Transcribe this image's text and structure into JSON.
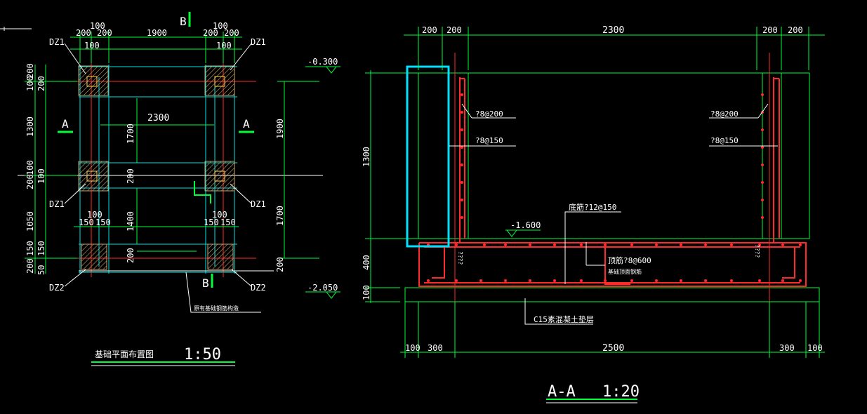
{
  "plan": {
    "title": "基础平面布置图",
    "scale": "1:50",
    "section_a_left": "A",
    "section_a_right": "A",
    "section_b_top": "B",
    "section_b_bottom": "B",
    "column_labels": [
      "DZ1",
      "DZ1",
      "DZ1",
      "DZ1",
      "DZ2",
      "DZ2"
    ],
    "top_dims": [
      "100",
      "100",
      "200",
      "200",
      "1900",
      "200",
      "200",
      "100",
      "100"
    ],
    "mid_dims": [
      "100",
      "100",
      "150",
      "150",
      "150",
      "150"
    ],
    "left_dims": [
      "200",
      "100",
      "200",
      "1300",
      "100",
      "100",
      "200",
      "1050",
      "150",
      "150",
      "200",
      "50"
    ],
    "inner_dims": [
      "2300",
      "1700",
      "200",
      "1400",
      "200"
    ],
    "right_dims": [
      "1900",
      "1700",
      "200"
    ],
    "note": "原有基础钢筋构造"
  },
  "section": {
    "title": "A-A",
    "scale": "1:20",
    "top_dims": [
      "200",
      "200",
      "2300",
      "200",
      "200"
    ],
    "bottom_dims": [
      "100",
      "300",
      "2500",
      "300",
      "100"
    ],
    "left_dims": [
      "1300",
      "400",
      "100"
    ],
    "elevations": [
      "-0.300",
      "-1.600",
      "-2.050"
    ],
    "rebar_labels": [
      "?8@200",
      "?8@150",
      "?8@200",
      "?8@150",
      "底筋?12@150",
      "顶筋?8@600",
      "????",
      "????"
    ],
    "rebar_sub": "基础顶面钢筋",
    "concrete_note": "C15素混凝土垫层"
  }
}
